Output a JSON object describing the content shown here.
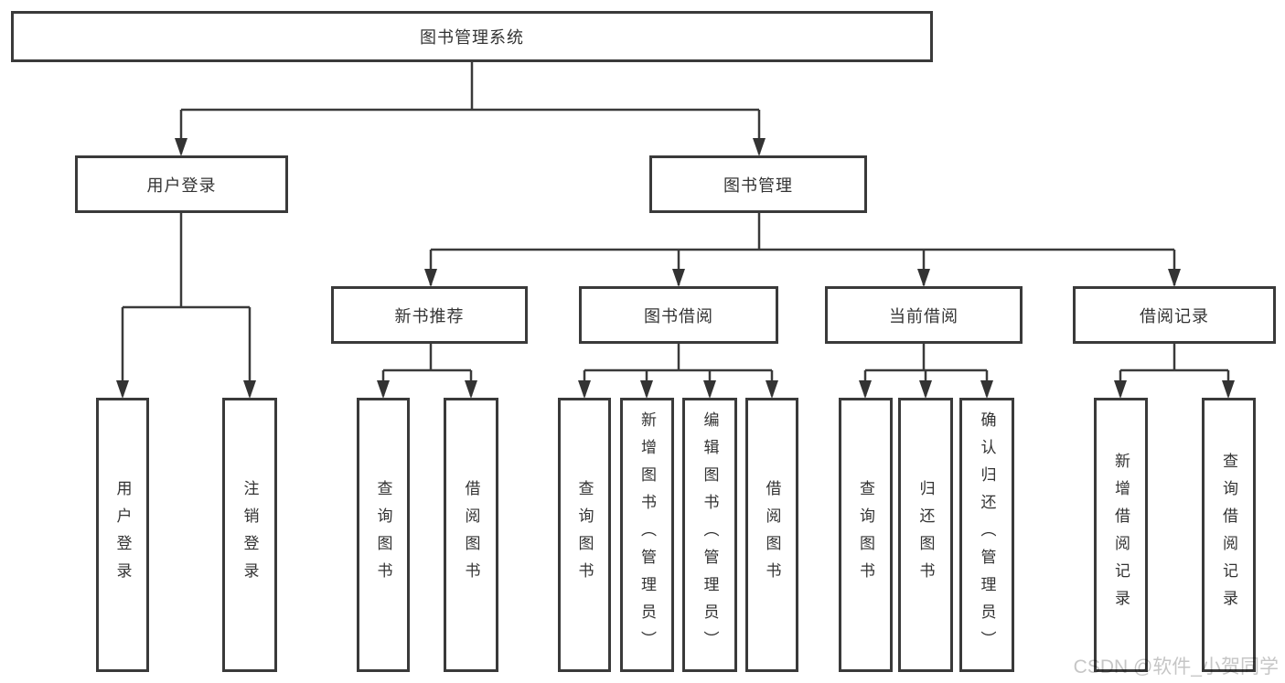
{
  "diagram": {
    "type": "tree",
    "title": "图书管理系统",
    "colors": {
      "line": "#3a3a3a",
      "box_border": "#3a3a3a",
      "text": "#333333",
      "background": "#ffffff",
      "watermark_text": "#c6c6c6"
    },
    "nodes": {
      "root": {
        "label": "图书管理系统"
      },
      "user_login": {
        "label": "用户登录"
      },
      "book_mgmt": {
        "label": "图书管理"
      },
      "new_book_rec": {
        "label": "新书推荐"
      },
      "book_borrow": {
        "label": "图书借阅"
      },
      "current_borrow": {
        "label": "当前借阅"
      },
      "borrow_records": {
        "label": "借阅记录"
      },
      "leaf_user_login": {
        "label": "用户登录"
      },
      "leaf_logout": {
        "label": "注销登录"
      },
      "leaf_query_books_1": {
        "label": "查询图书"
      },
      "leaf_borrow_books_1": {
        "label": "借阅图书"
      },
      "leaf_query_books_2": {
        "label": "查询图书"
      },
      "leaf_add_books": {
        "label": "新增图书（管理员）"
      },
      "leaf_edit_books": {
        "label": "编辑图书（管理员）"
      },
      "leaf_borrow_books_2": {
        "label": "借阅图书"
      },
      "leaf_query_books_3": {
        "label": "查询图书"
      },
      "leaf_return_books": {
        "label": "归还图书"
      },
      "leaf_confirm_return": {
        "label": "确认归还（管理员）"
      },
      "leaf_add_borrow_record": {
        "label": "新增借阅记录"
      },
      "leaf_query_borrow_record": {
        "label": "查询借阅记录"
      }
    },
    "edges": [
      {
        "from": "root",
        "to": "user_login"
      },
      {
        "from": "root",
        "to": "book_mgmt"
      },
      {
        "from": "user_login",
        "to": "leaf_user_login"
      },
      {
        "from": "user_login",
        "to": "leaf_logout"
      },
      {
        "from": "book_mgmt",
        "to": "new_book_rec"
      },
      {
        "from": "book_mgmt",
        "to": "book_borrow"
      },
      {
        "from": "book_mgmt",
        "to": "current_borrow"
      },
      {
        "from": "book_mgmt",
        "to": "borrow_records"
      },
      {
        "from": "new_book_rec",
        "to": "leaf_query_books_1"
      },
      {
        "from": "new_book_rec",
        "to": "leaf_borrow_books_1"
      },
      {
        "from": "book_borrow",
        "to": "leaf_query_books_2"
      },
      {
        "from": "book_borrow",
        "to": "leaf_add_books"
      },
      {
        "from": "book_borrow",
        "to": "leaf_edit_books"
      },
      {
        "from": "book_borrow",
        "to": "leaf_borrow_books_2"
      },
      {
        "from": "current_borrow",
        "to": "leaf_query_books_3"
      },
      {
        "from": "current_borrow",
        "to": "leaf_return_books"
      },
      {
        "from": "current_borrow",
        "to": "leaf_confirm_return"
      },
      {
        "from": "borrow_records",
        "to": "leaf_add_borrow_record"
      },
      {
        "from": "borrow_records",
        "to": "leaf_query_borrow_record"
      }
    ],
    "watermark": "CSDN @软件_小贺同学"
  }
}
